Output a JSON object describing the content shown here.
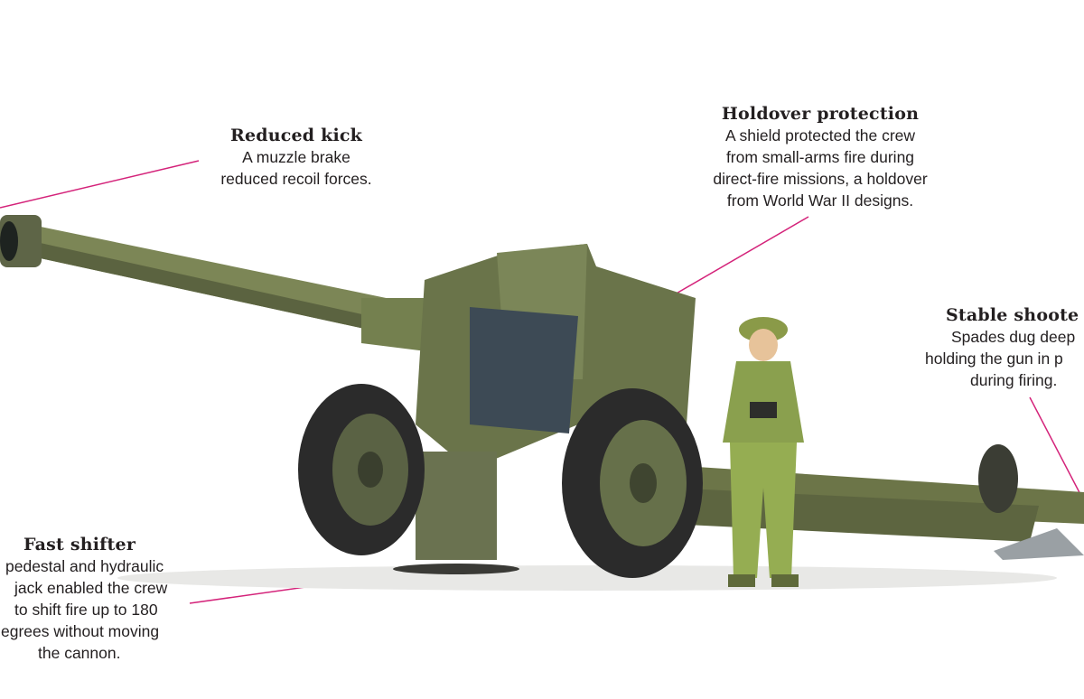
{
  "callouts": {
    "reduced_kick": {
      "title": "Reduced kick",
      "lines": [
        "A muzzle brake",
        "reduced recoil forces."
      ]
    },
    "holdover_protection": {
      "title": "Holdover protection",
      "lines": [
        "A shield protected the crew",
        "from small-arms fire during",
        "direct-fire missions, a holdover",
        "from World War II designs."
      ]
    },
    "stable_shooter": {
      "title": "Stable shoote",
      "lines": [
        "Spades dug deep",
        "holding the gun in p",
        "during firing."
      ]
    },
    "fast_shifter": {
      "title": "Fast shifter",
      "lines": [
        "pedestal and hydraulic",
        "jack enabled the crew",
        "to shift fire up to 180",
        "egrees without moving",
        "the cannon."
      ]
    }
  },
  "colors": {
    "leader_line": "#d4237a",
    "gun_green": "#6f7a4a",
    "tire": "#2b2b2b"
  }
}
